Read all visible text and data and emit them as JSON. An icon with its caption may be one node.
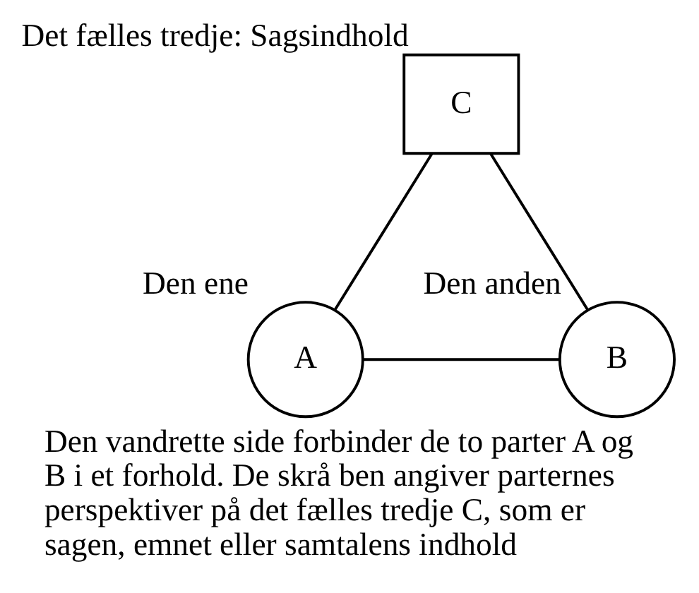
{
  "diagram": {
    "caption": "Den vandrette side forbinder de to parter A og B i et forhold. De skrå ben angiver parternes perspektiver på det fælles tredje C, som er sagen, emnet eller samtalens indhold",
    "nodes": [
      {
        "text": [
          "C"
        ],
        "beside": [
          "Det fælles tredje: Sagsindhold"
        ]
      },
      {
        "text": [
          "A"
        ],
        "beside": [
          "Den ene"
        ]
      },
      {
        "text": [
          "B"
        ],
        "beside": [
          "Den anden"
        ]
      }
    ],
    "edges": [
      {
        "from": 0,
        "to": 1,
        "arrow": "none"
      },
      {
        "from": 0,
        "to": 2,
        "arrow": "none"
      },
      {
        "from": 1,
        "to": 2,
        "arrow": "none"
      }
    ]
  }
}
